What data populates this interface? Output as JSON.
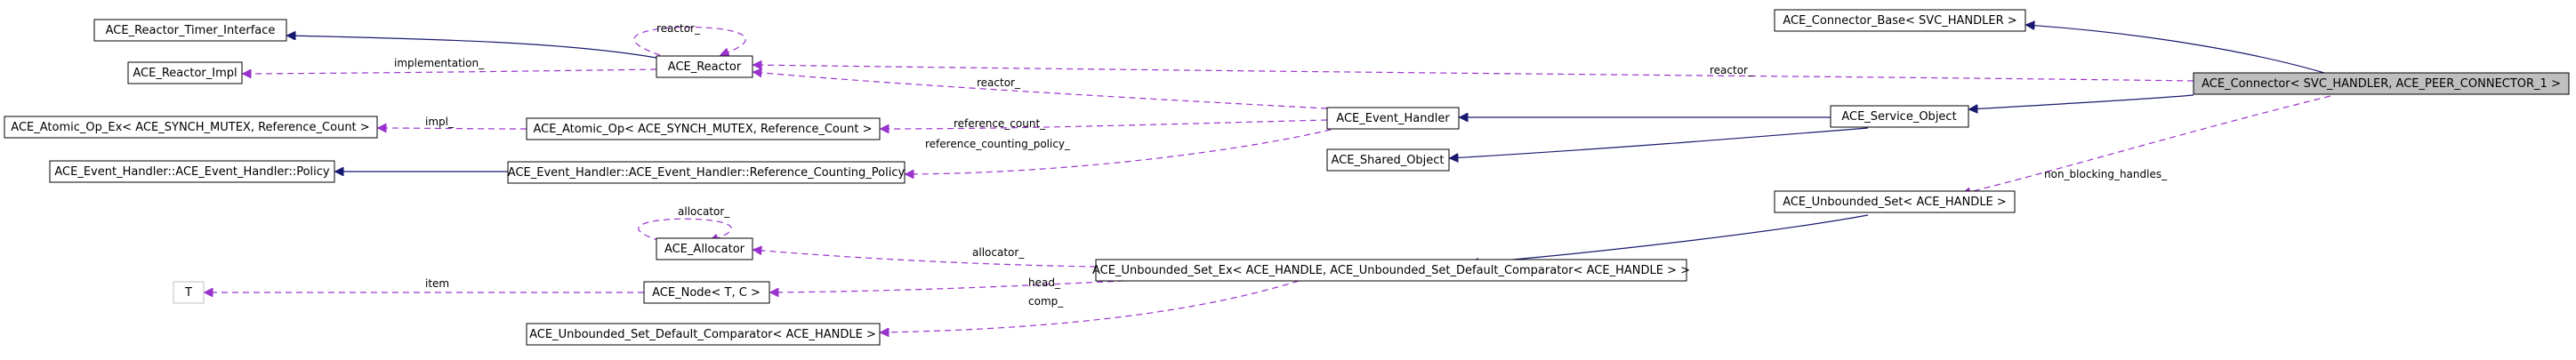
{
  "diagram": {
    "colors": {
      "inheritance_edge": "#191970",
      "usage_edge": "#9a32cd",
      "node_border": "#000000",
      "highlight_fill": "#bfbfbf",
      "faded_border": "#bfbfbf"
    },
    "nodes": {
      "connector": "ACE_Connector< SVC_HANDLER, ACE_PEER_CONNECTOR_1 >",
      "connector_base": "ACE_Connector_Base< SVC_HANDLER >",
      "service_object": "ACE_Service_Object",
      "event_handler": "ACE_Event_Handler",
      "shared_object": "ACE_Shared_Object",
      "unbounded_set": "ACE_Unbounded_Set< ACE_HANDLE >",
      "unbounded_set_ex": "ACE_Unbounded_Set_Ex< ACE_HANDLE, ACE_Unbounded_Set_Default_Comparator< ACE_HANDLE > >",
      "reactor_timer_interface": "ACE_Reactor_Timer_Interface",
      "reactor_impl": "ACE_Reactor_Impl",
      "reactor": "ACE_Reactor",
      "atomic_op_ex": "ACE_Atomic_Op_Ex< ACE_SYNCH_MUTEX, Reference_Count >",
      "atomic_op": "ACE_Atomic_Op< ACE_SYNCH_MUTEX, Reference_Count >",
      "policy": "ACE_Event_Handler::ACE_Event_Handler::Policy",
      "ref_counting_policy": "ACE_Event_Handler::ACE_Event_Handler::Reference_Counting_Policy",
      "allocator": "ACE_Allocator",
      "t": "T",
      "node_tc": "ACE_Node< T, C >",
      "default_comparator": "ACE_Unbounded_Set_Default_Comparator< ACE_HANDLE >"
    },
    "edge_labels": {
      "reactor_self": "reactor_",
      "implementation": "implementation_",
      "reactor_from_event_handler": "reactor_",
      "reactor_from_connector": "reactor_",
      "impl": "impl_",
      "reference_count": "reference_count_",
      "reference_counting_policy": "reference_counting_policy_",
      "non_blocking_handles": "non_blocking_handles_",
      "allocator_self": "allocator_",
      "allocator": "allocator_",
      "item": "item",
      "head": "head_",
      "comp": "comp_"
    }
  }
}
